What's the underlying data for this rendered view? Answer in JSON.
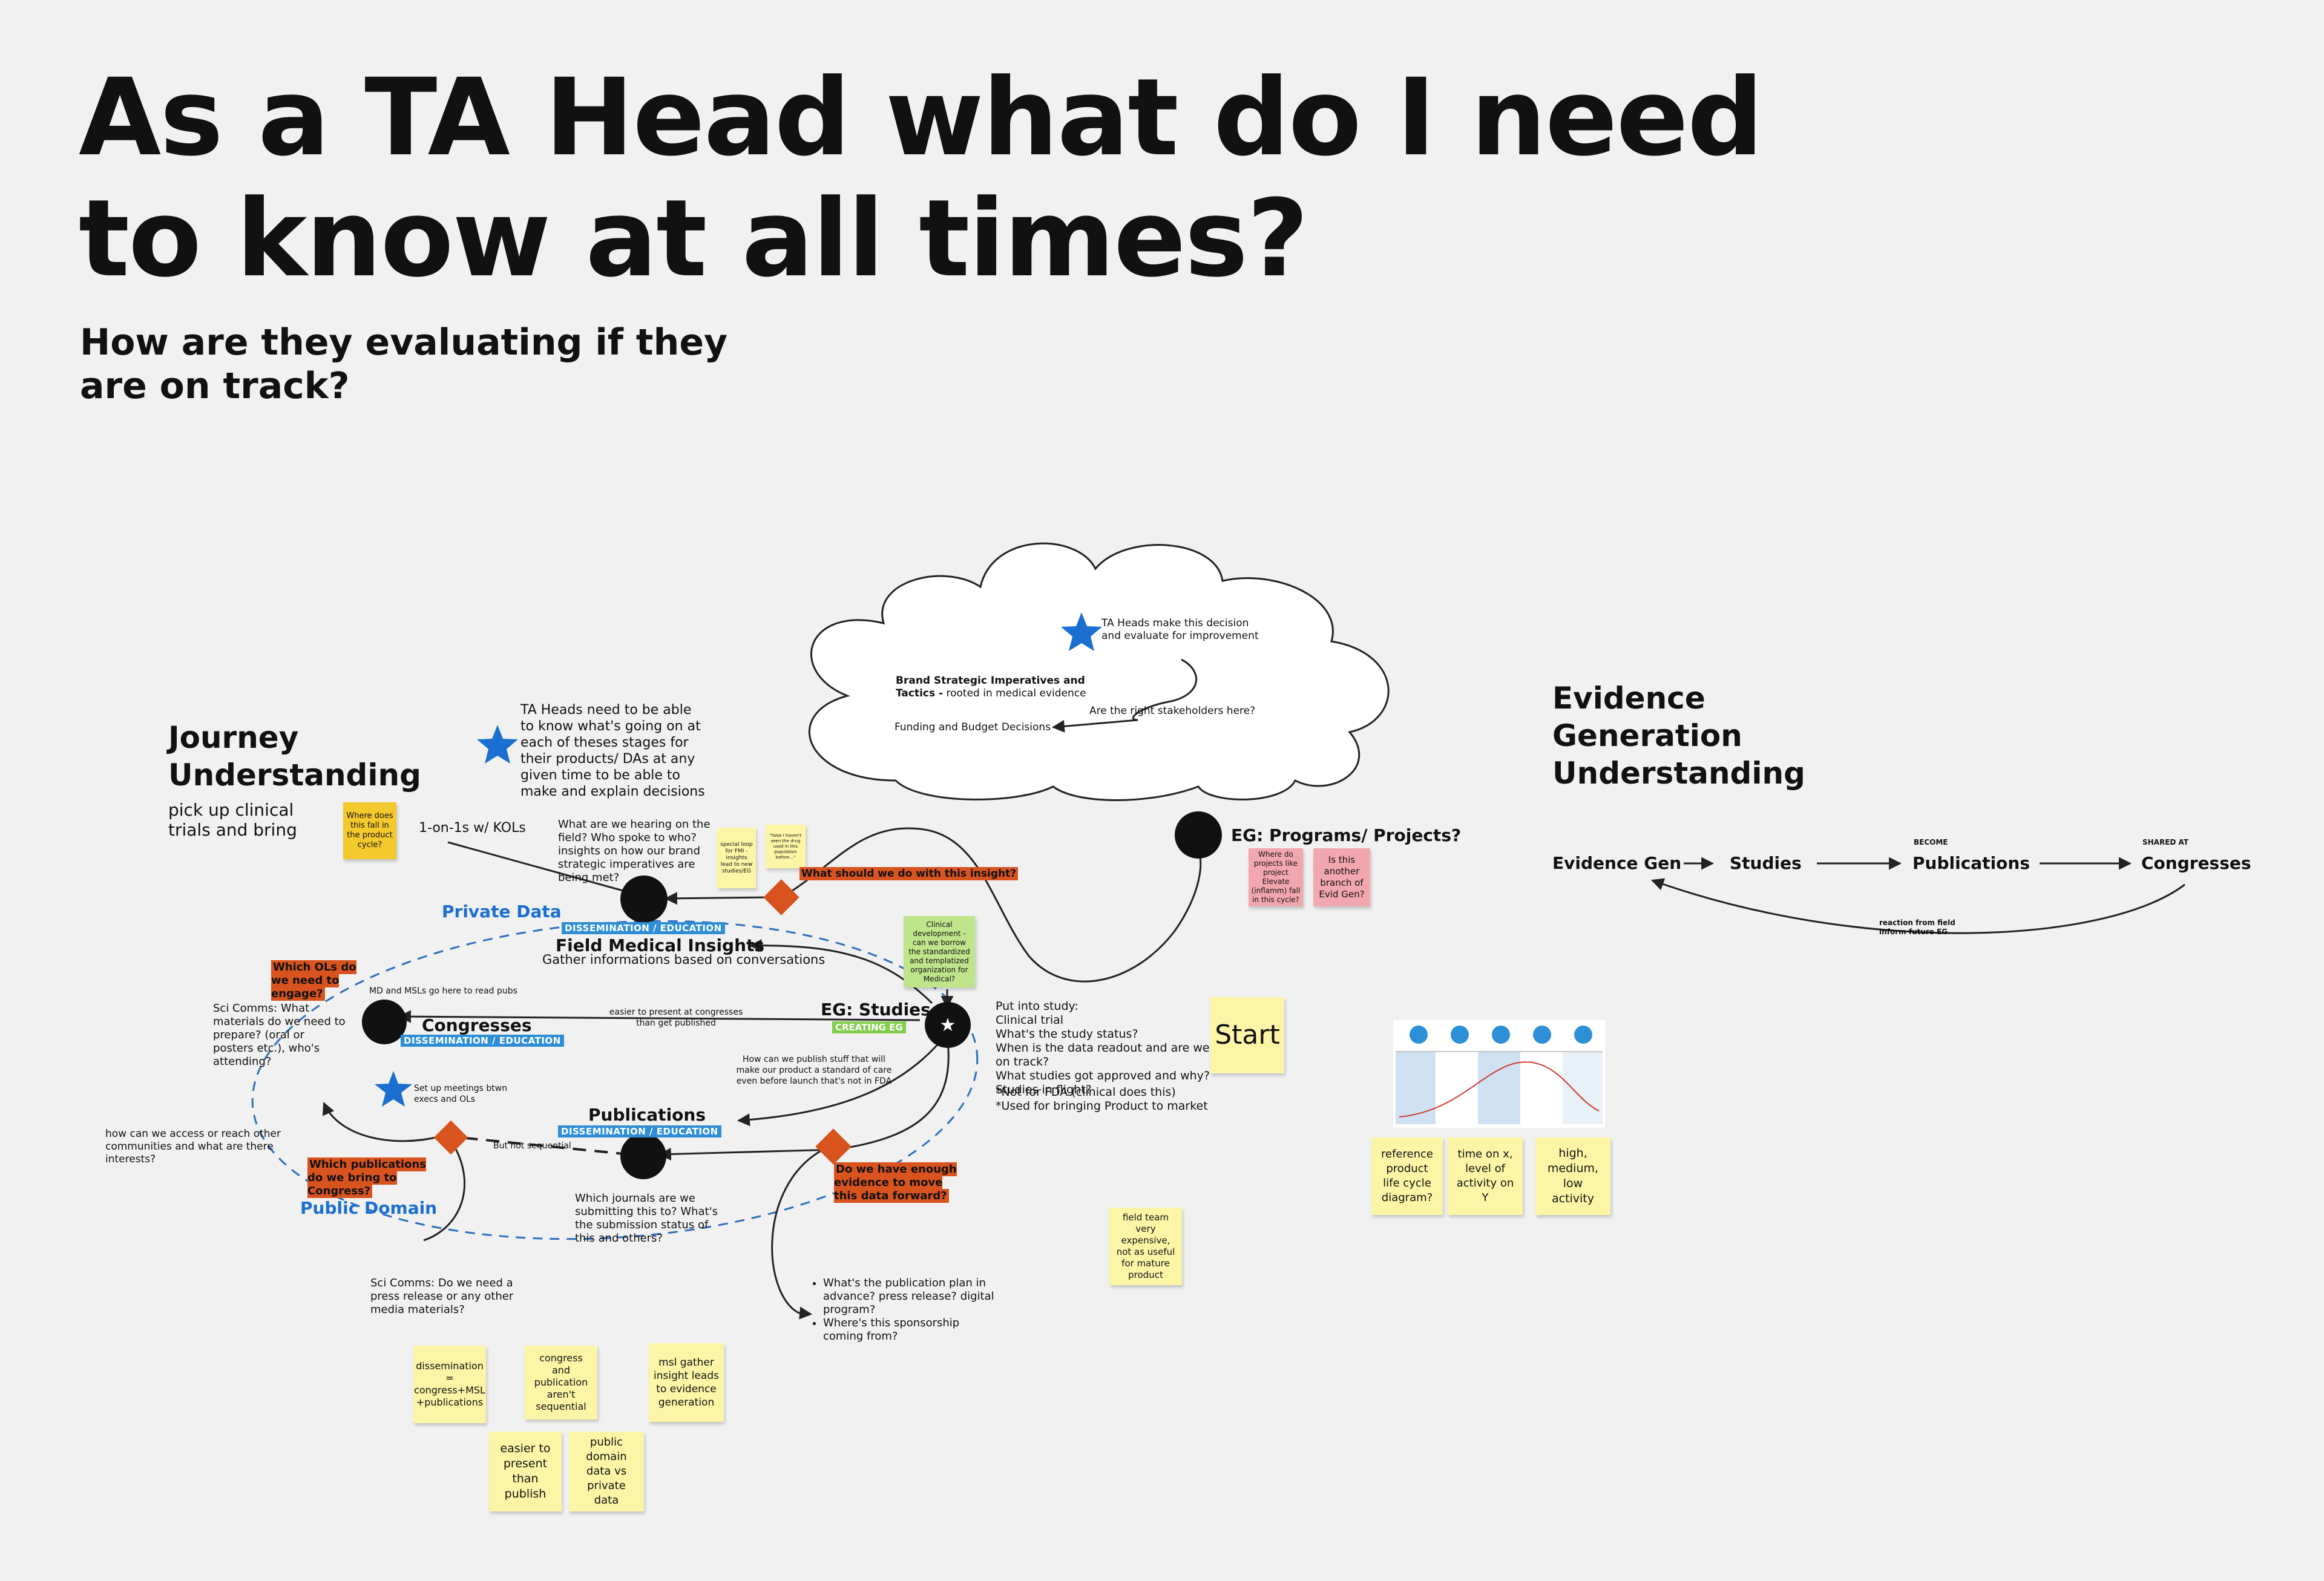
{
  "title": "As a TA Head what do I need to know at all times?",
  "subtitle": "How are they evaluating if they are on track?",
  "journey": {
    "heading": "Journey Understanding",
    "sub": "pick up clinical trials and bring",
    "sticky_where": "Where does this fall in the product cycle?",
    "ta_heads_note": "TA Heads need to be able to know what's going on at each of theses stages for their products/ DAs at any given time to be able to make and explain decisions",
    "one_on_ones": "1-on-1s w/ KOLs",
    "what_hearing": "What are we hearing on the field? Who spoke to who? insights on how our brand strategic imperatives are being met?",
    "sticky_special_loop": "special loop for FMI - insights lead to new studies/EG",
    "sticky_false_haven": "\"false I haven't seen the drug used in this population before...\"",
    "what_should_do": "What should we do with this insight?",
    "private_data": "Private Data",
    "dissem1": "DISSEMINATION / EDUCATION",
    "fmi": "Field Medical Insights",
    "fmi_sub": "Gather informations based on conversations",
    "which_ols": "Which OLs do we need to engage?",
    "md_msls": "MD and MSLs go here to read pubs",
    "sci_comms_1": "Sci Comms: What materials do we need to prepare? (oral or posters etc.), who's attending?",
    "congresses": "Congresses",
    "dissem2": "DISSEMINATION / EDUCATION",
    "easier_present": "easier to present at congresses than get published",
    "sticky_clinical": "Clinical development - can we borrow the standardized and templatized organization for Medical?",
    "eg_studies": "EG: Studies",
    "creating_eg": "CREATING EG",
    "setup_meetings": "Set up meetings btwn execs and OLs",
    "how_publish": "How can we publish stuff that will make our product a standard of care even before launch that's not in FDA",
    "how_access": "how can we access or reach other communities and what are there interests?",
    "but_not_seq": "But not sequential",
    "publications": "Publications",
    "dissem3": "DISSEMINATION / EDUCATION",
    "which_pubs": "Which publications do we bring to Congress?",
    "public_domain": "Public Domain",
    "which_journals": "Which journals are we submitting this to? What's the submission status of this and others?",
    "do_we_have": "Do we have enough evidence to move this data forward?",
    "sci_comms_2": "Sci Comms: Do we need a press release or any other media materials?",
    "pub_plan": [
      "What's the publication plan in advance? press release? digital program?",
      "Where's this sponsorship coming from?"
    ],
    "put_into_study": "Put into study:\nClinical trial\nWhat's the study status?\nWhen is the data readout and are we on track?\nWhat studies got approved and why?\nStudies in flight?",
    "not_fda": "*Not for FDA (clinical does this)\n*Used for bringing Product to market",
    "eg_programs": "EG: Programs/ Projects?",
    "sticky_elevate": "Where do projects like project Elevate (inflamm) fall in this cycle?",
    "sticky_branch": "Is this another branch of Evid Gen?",
    "start": "Start",
    "field_team": "field team very expensive, not as useful for mature product"
  },
  "cloud": {
    "ta_decision": "TA Heads make this decision and evaluate for improvement",
    "brand_bold": "Brand Strategic Imperatives and Tactics -",
    "brand_rest": " rooted in medical evidence",
    "stakeholders": "Are the right stakeholders here?",
    "funding": "Funding and Budget Decisions"
  },
  "stickies_bottom": [
    "dissemination = congress+MSL +publications",
    "congress and publication aren't sequential",
    "msl gather insight leads to evidence generation",
    "easier to present than publish",
    "public domain data vs private data"
  ],
  "evidence": {
    "heading": "Evidence Generation Understanding",
    "flow": [
      "Evidence Gen",
      "Studies",
      "Publications",
      "Congresses"
    ],
    "become": "BECOME",
    "shared_at": "SHARED AT",
    "reaction": "reaction from field inform future EG"
  },
  "lifecycle": {
    "stickies": [
      "reference product life cycle diagram?",
      "time on x, level of activity on Y",
      "high, medium, low activity"
    ]
  },
  "colors": {
    "accent_blue": "#1a6fd1",
    "orange": "#d9531e",
    "sticky_yellow": "#fdf5a6"
  }
}
